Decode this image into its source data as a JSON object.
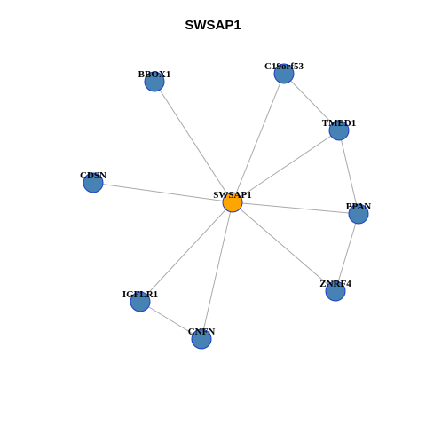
{
  "title": "SWSAP1",
  "colors": {
    "hub": "#FFA500",
    "neighbor": "#4682B4",
    "node_border": "#1F3FC8",
    "edge": "#A9A9A9"
  },
  "nodes": [
    {
      "id": "SWSAP1",
      "role": "hub"
    },
    {
      "id": "BBOX1",
      "role": "neighbor"
    },
    {
      "id": "C19orf53",
      "role": "neighbor"
    },
    {
      "id": "TMED1",
      "role": "neighbor"
    },
    {
      "id": "CDSN",
      "role": "neighbor"
    },
    {
      "id": "PPAN",
      "role": "neighbor"
    },
    {
      "id": "ZNRF4",
      "role": "neighbor"
    },
    {
      "id": "IGFLR1",
      "role": "neighbor"
    },
    {
      "id": "CNFN",
      "role": "neighbor"
    }
  ],
  "edges": [
    [
      "SWSAP1",
      "BBOX1"
    ],
    [
      "SWSAP1",
      "C19orf53"
    ],
    [
      "SWSAP1",
      "TMED1"
    ],
    [
      "SWSAP1",
      "CDSN"
    ],
    [
      "SWSAP1",
      "PPAN"
    ],
    [
      "SWSAP1",
      "ZNRF4"
    ],
    [
      "SWSAP1",
      "IGFLR1"
    ],
    [
      "SWSAP1",
      "CNFN"
    ],
    [
      "C19orf53",
      "TMED1"
    ],
    [
      "TMED1",
      "PPAN"
    ],
    [
      "PPAN",
      "ZNRF4"
    ],
    [
      "IGFLR1",
      "CNFN"
    ]
  ]
}
